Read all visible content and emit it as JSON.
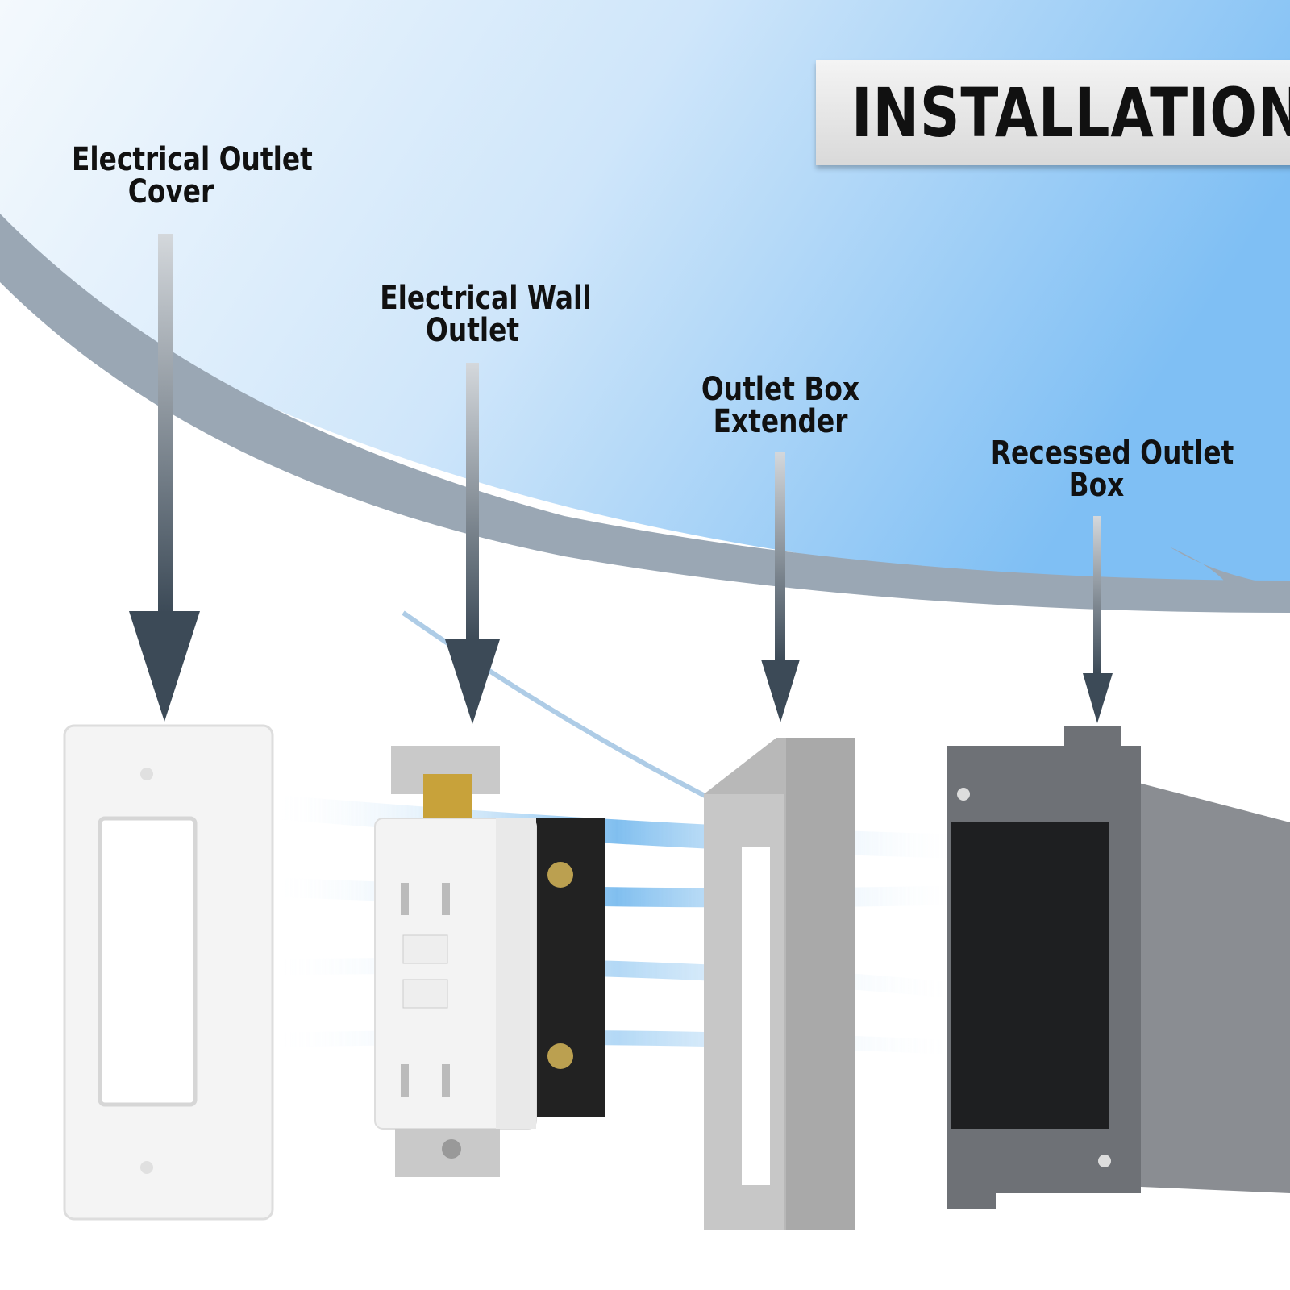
{
  "title": "INSTALLATION",
  "components": [
    {
      "line1": "Electrical Outlet",
      "line2": "Cover",
      "icon": "wall-plate"
    },
    {
      "line1": "Electrical Wall",
      "line2": "Outlet",
      "icon": "gfci-outlet"
    },
    {
      "line1": "Outlet Box",
      "line2": "Extender",
      "icon": "box-extender"
    },
    {
      "line1": "Recessed Outlet",
      "line2": "Box",
      "icon": "electrical-box"
    }
  ],
  "colors": {
    "arrow": "#3c4a57",
    "swoosh": "#9aa7b4",
    "sky": "#8fc8f5"
  }
}
